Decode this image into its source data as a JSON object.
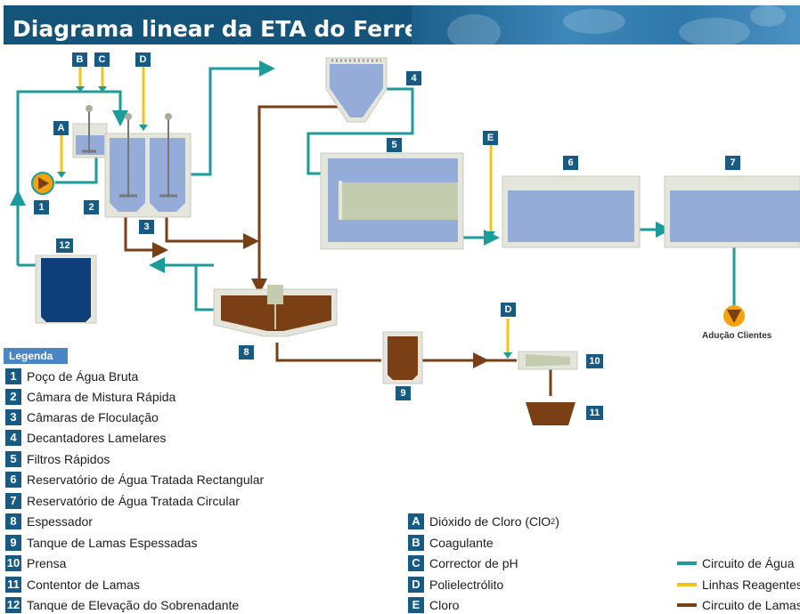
{
  "title": "Diagrama linear da ETA do Ferreira",
  "legend_heading": "Legenda",
  "components": [
    {
      "key": "1",
      "label": "Poço de Água Bruta"
    },
    {
      "key": "2",
      "label": "Câmara de Mistura Rápida"
    },
    {
      "key": "3",
      "label": "Câmaras de Floculação"
    },
    {
      "key": "4",
      "label": "Decantadores Lamelares"
    },
    {
      "key": "5",
      "label": "Filtros Rápidos"
    },
    {
      "key": "6",
      "label": "Reservatório de Água Tratada Rectangular"
    },
    {
      "key": "7",
      "label": "Reservatório de Água Tratada Circular"
    },
    {
      "key": "8",
      "label": "Espessador"
    },
    {
      "key": "9",
      "label": "Tanque de Lamas Espessadas"
    },
    {
      "key": "10",
      "label": "Prensa"
    },
    {
      "key": "11",
      "label": "Contentor de Lamas"
    },
    {
      "key": "12",
      "label": "Tanque de Elevação do Sobrenadante"
    }
  ],
  "reagents": [
    {
      "key": "A",
      "label_main": "Dióxido de Cloro (ClO",
      "label_sub": "2",
      "label_end": ")"
    },
    {
      "key": "B",
      "label_main": "Coagulante",
      "label_sub": "",
      "label_end": ""
    },
    {
      "key": "C",
      "label_main": "Corrector de pH",
      "label_sub": "",
      "label_end": ""
    },
    {
      "key": "D",
      "label_main": "Polielectrólito",
      "label_sub": "",
      "label_end": ""
    },
    {
      "key": "E",
      "label_main": "Cloro",
      "label_sub": "",
      "label_end": ""
    }
  ],
  "circuits": [
    {
      "label": "Circuito de Água",
      "color": "#1b9c9a"
    },
    {
      "label": "Linhas Reagentes",
      "color": "#f2c31a"
    },
    {
      "label": "Circuito de Lamas",
      "color": "#7a3f14"
    }
  ],
  "outlet_label": "Adução Clientes",
  "colors": {
    "water": "#1b9c9a",
    "reagent": "#f2c31a",
    "sludge": "#7a3f14",
    "tank_water": "#95acd9",
    "tag": "#175b84",
    "pump": "#f5a20d"
  }
}
